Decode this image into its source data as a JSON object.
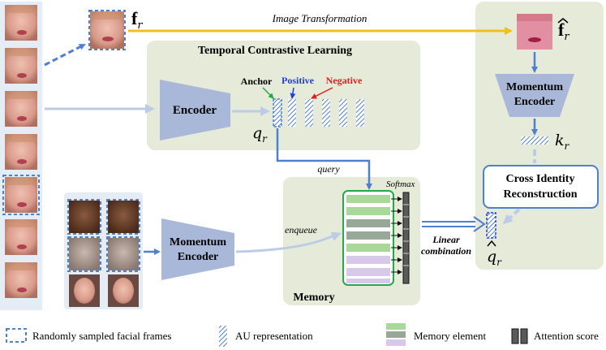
{
  "labels": {
    "f_r": "f",
    "f_r_sub": "r",
    "f_hat": "f",
    "f_hat_sub": "r",
    "image_transformation": "Image Transformation",
    "temporal_contrastive_learning": "Temporal Contrastive Learning",
    "anchor": "Anchor",
    "positive": "Positive",
    "negative": "Negative",
    "encoder": "Encoder",
    "q_r": "q",
    "q_r_sub": "r",
    "momentum_encoder_top_1": "Momentum",
    "momentum_encoder_top_2": "Encoder",
    "k_r": "k",
    "k_r_sub": "r",
    "cross_identity_1": "Cross Identity",
    "cross_identity_2": "Reconstruction",
    "query": "query",
    "softmax": "Softmax",
    "enqueue": "enqueue",
    "momentum_encoder_bottom_1": "Momentum",
    "momentum_encoder_bottom_2": "Encoder",
    "memory": "Memory",
    "linear_1": "Linear",
    "linear_2": "combination",
    "q_hat": "q",
    "q_hat_sub": "r"
  },
  "legend": {
    "randomly_sampled": "Randomly sampled facial frames",
    "au_representation": "AU representation",
    "memory_element": "Memory element",
    "attention_score": "Attention score"
  },
  "colors": {
    "panel_green": "#e6ead8",
    "panel_blue": "#e4ecf6",
    "encoder_fill": "#a9b8d9",
    "arrow_blue": "#4f7fcf",
    "arrow_light": "#bccbe6",
    "arrow_yellow": "#f2c01e",
    "anchor_green": "#22aa44",
    "positive_blue": "#1f3fd6",
    "negative_red": "#dd1f1f",
    "mem_green_light": "#a9d89a",
    "mem_green_dark": "#98a898",
    "mem_purple": "#d8c8ea",
    "attn_dark": "#5a5a5a"
  }
}
